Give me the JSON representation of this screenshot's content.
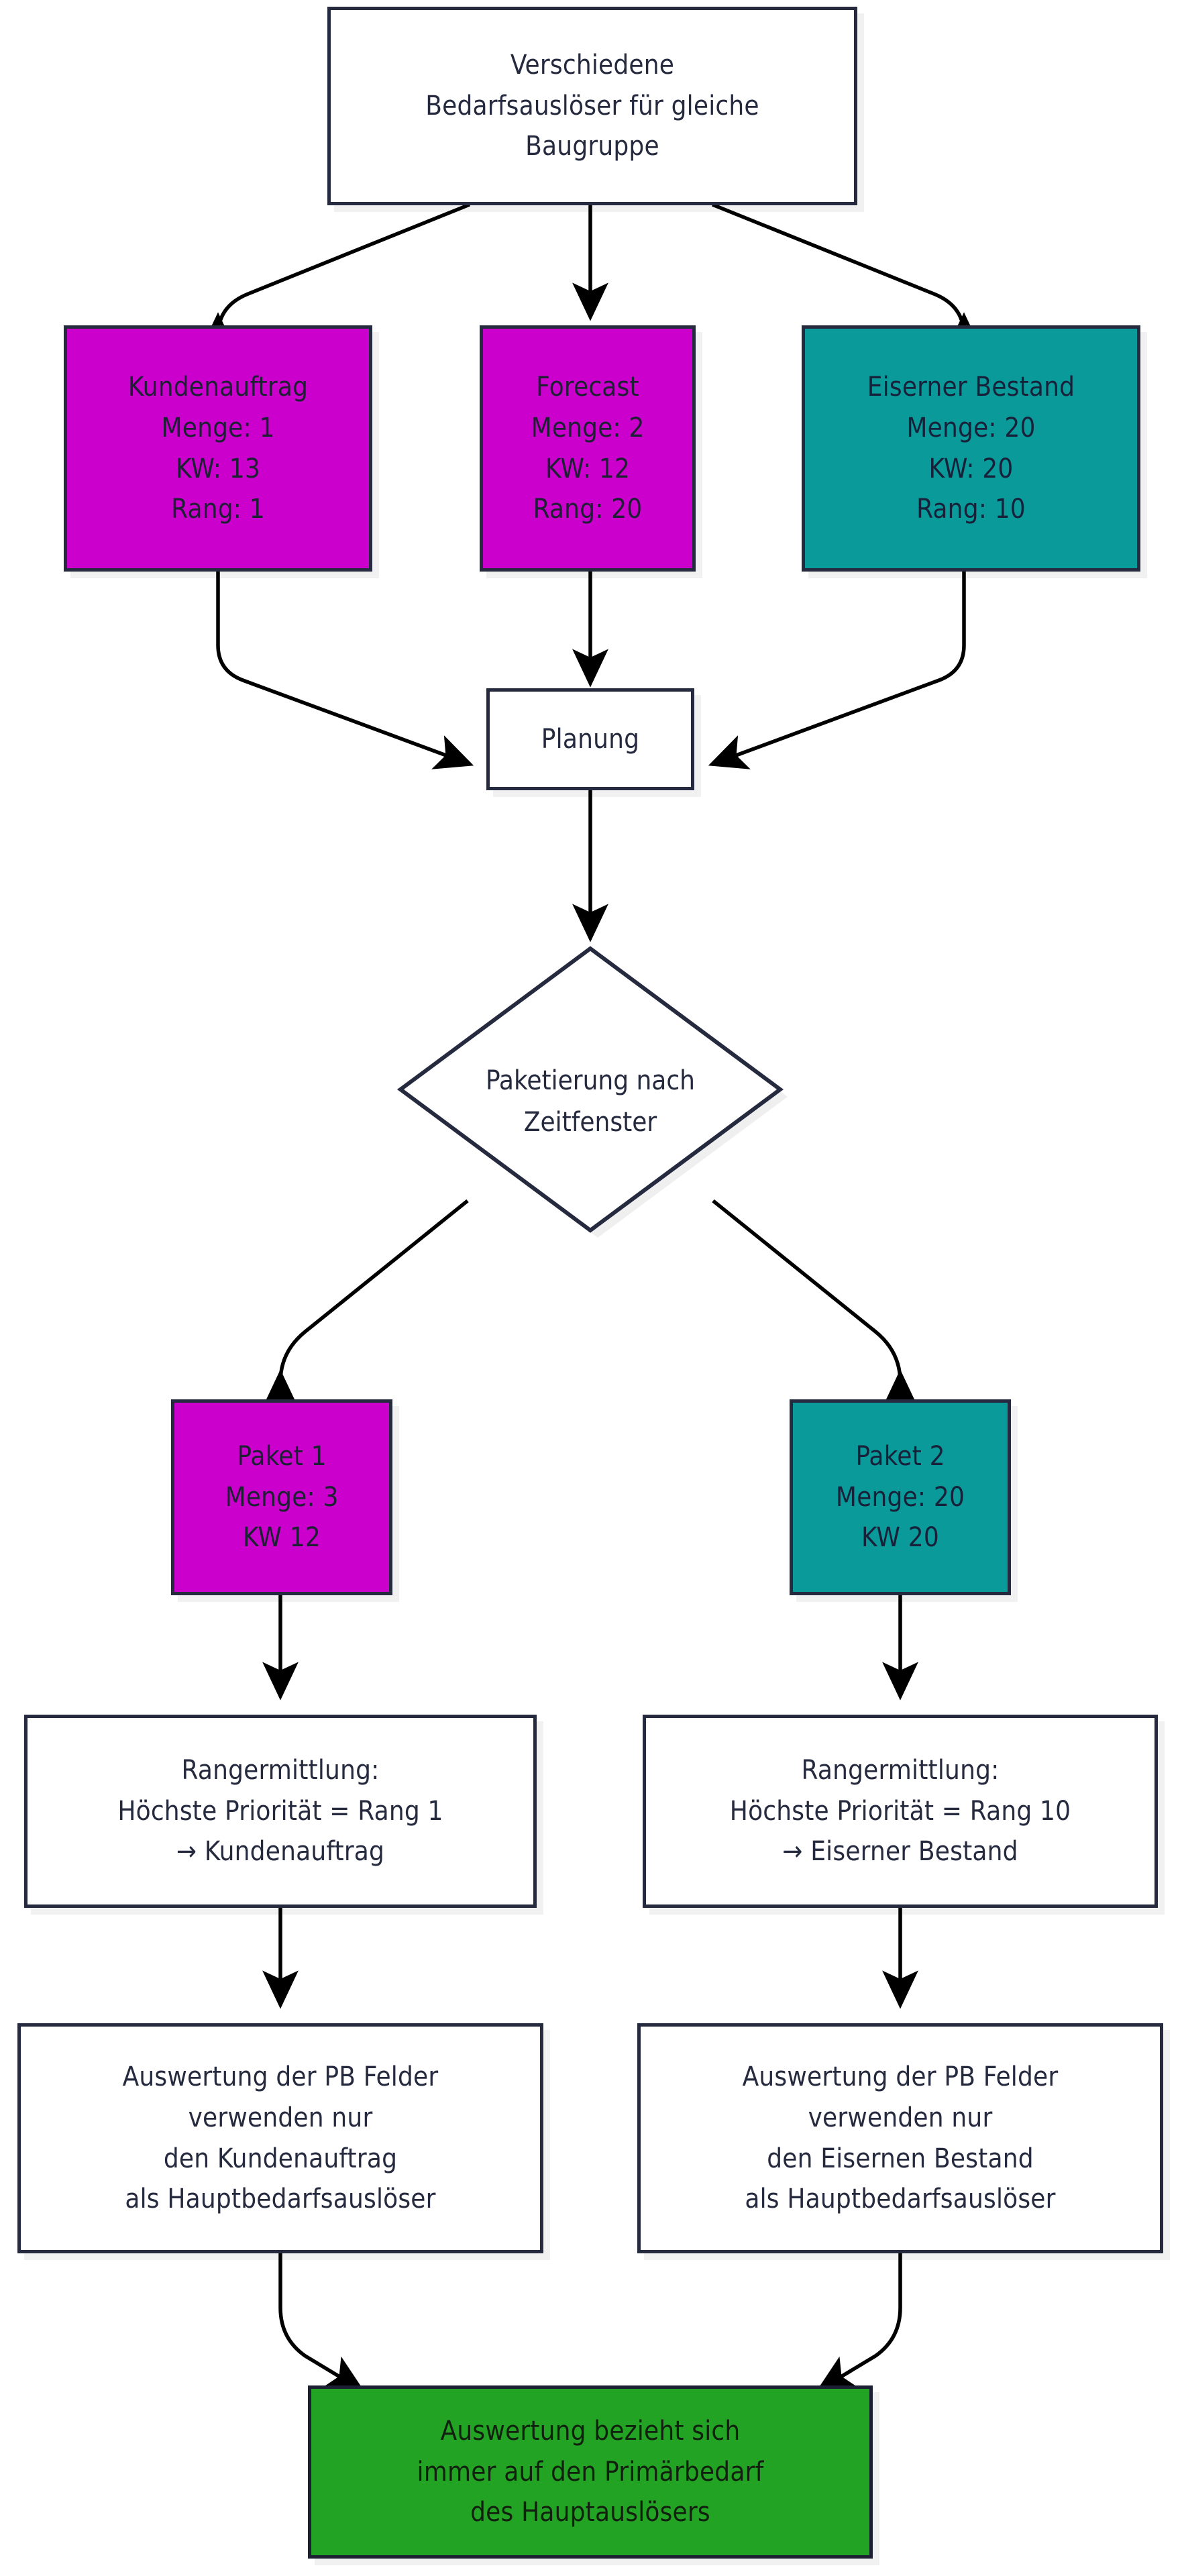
{
  "diagram": {
    "title": "Bedarfsausloeser Paketierung Flowchart",
    "colors": {
      "stroke": "#262a3f",
      "magenta": "#cc00cc",
      "teal": "#0b9a9a",
      "green": "#23a323",
      "white": "#ffffff",
      "shadow": "#efefef"
    }
  },
  "nodes": {
    "source": {
      "lines": [
        "Verschiedene",
        "Bedarfsauslöser für gleiche",
        "Baugruppe"
      ],
      "shape": "rectangle",
      "fill": "white"
    },
    "kundenauftrag": {
      "lines": [
        "Kundenauftrag",
        "Menge: 1",
        "KW: 13",
        "Rang: 1"
      ],
      "shape": "rectangle",
      "fill": "magenta"
    },
    "forecast": {
      "lines": [
        "Forecast",
        "Menge: 2",
        "KW: 12",
        "Rang: 20"
      ],
      "shape": "rectangle",
      "fill": "magenta"
    },
    "eiserner_bestand": {
      "lines": [
        "Eiserner Bestand",
        "Menge: 20",
        "KW: 20",
        "Rang: 10"
      ],
      "shape": "rectangle",
      "fill": "teal"
    },
    "planung": {
      "lines": [
        "Planung"
      ],
      "shape": "rectangle",
      "fill": "white"
    },
    "paketierung": {
      "lines": [
        "Paketierung nach",
        "Zeitfenster"
      ],
      "shape": "diamond",
      "fill": "white"
    },
    "paket1": {
      "lines": [
        "Paket 1",
        "Menge: 3",
        "KW 12"
      ],
      "shape": "rectangle",
      "fill": "magenta"
    },
    "paket2": {
      "lines": [
        "Paket 2",
        "Menge: 20",
        "KW 20"
      ],
      "shape": "rectangle",
      "fill": "teal"
    },
    "rang_left": {
      "lines": [
        "Rangermittlung:",
        "Höchste Priorität = Rang 1",
        "→ Kundenauftrag"
      ],
      "shape": "rectangle",
      "fill": "white"
    },
    "rang_right": {
      "lines": [
        "Rangermittlung:",
        "Höchste Priorität = Rang 10",
        "→ Eiserner Bestand"
      ],
      "shape": "rectangle",
      "fill": "white"
    },
    "auswertung_left": {
      "lines": [
        "Auswertung der PB Felder",
        "verwenden nur",
        "den Kundenauftrag",
        "als Hauptbedarfsauslöser"
      ],
      "shape": "rectangle",
      "fill": "white"
    },
    "auswertung_right": {
      "lines": [
        "Auswertung der PB Felder",
        "verwenden nur",
        "den Eisernen Bestand",
        "als Hauptbedarfsauslöser"
      ],
      "shape": "rectangle",
      "fill": "white"
    },
    "result": {
      "lines": [
        "Auswertung bezieht sich",
        "immer auf den Primärbedarf",
        "des Hauptauslösers"
      ],
      "shape": "rectangle",
      "fill": "green"
    }
  },
  "edges": [
    {
      "from": "source",
      "to": "kundenauftrag"
    },
    {
      "from": "source",
      "to": "forecast"
    },
    {
      "from": "source",
      "to": "eiserner_bestand"
    },
    {
      "from": "kundenauftrag",
      "to": "planung"
    },
    {
      "from": "forecast",
      "to": "planung"
    },
    {
      "from": "eiserner_bestand",
      "to": "planung"
    },
    {
      "from": "planung",
      "to": "paketierung"
    },
    {
      "from": "paketierung",
      "to": "paket1"
    },
    {
      "from": "paketierung",
      "to": "paket2"
    },
    {
      "from": "paket1",
      "to": "rang_left"
    },
    {
      "from": "paket2",
      "to": "rang_right"
    },
    {
      "from": "rang_left",
      "to": "auswertung_left"
    },
    {
      "from": "rang_right",
      "to": "auswertung_right"
    },
    {
      "from": "auswertung_left",
      "to": "result"
    },
    {
      "from": "auswertung_right",
      "to": "result"
    }
  ]
}
